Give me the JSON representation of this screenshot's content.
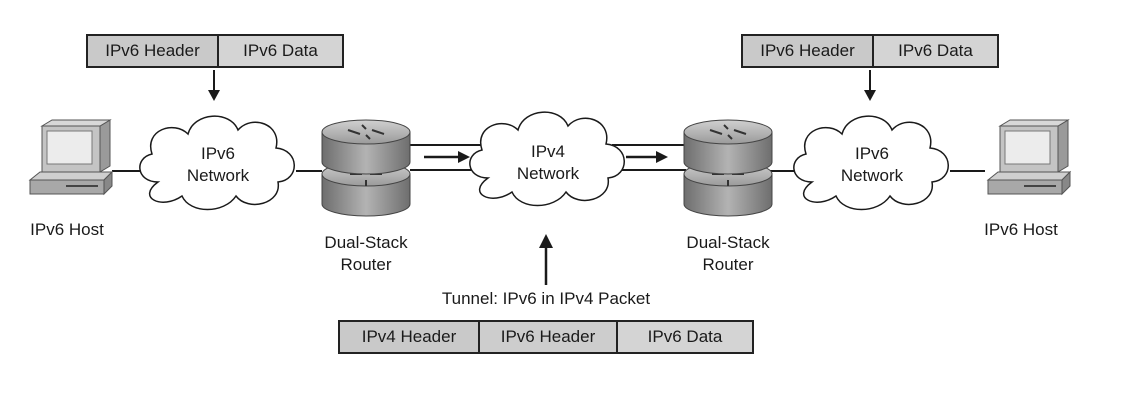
{
  "packets": {
    "left": {
      "header": "IPv6 Header",
      "data": "IPv6 Data"
    },
    "right": {
      "header": "IPv6 Header",
      "data": "IPv6 Data"
    },
    "tunnel": {
      "ipv4_header": "IPv4 Header",
      "ipv6_header": "IPv6 Header",
      "data": "IPv6 Data"
    }
  },
  "hosts": {
    "left_label": "IPv6 Host",
    "right_label": "IPv6 Host"
  },
  "clouds": {
    "left": {
      "line1": "IPv6",
      "line2": "Network"
    },
    "middle": {
      "line1": "IPv4",
      "line2": "Network"
    },
    "right": {
      "line1": "IPv6",
      "line2": "Network"
    }
  },
  "routers": {
    "left": {
      "line1": "Dual-Stack",
      "line2": "Router"
    },
    "right": {
      "line1": "Dual-Stack",
      "line2": "Router"
    }
  },
  "tunnel_label": "Tunnel: IPv6 in IPv4 Packet",
  "colors": {
    "packet_fill": "#cccccc",
    "router_body": "#8a8a8a",
    "host_body": "#bdbdbd",
    "line": "#1a1a1a"
  }
}
